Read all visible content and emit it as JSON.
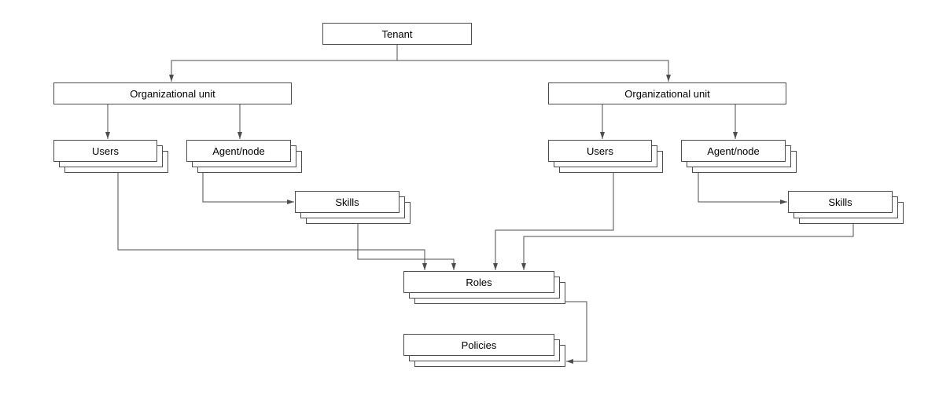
{
  "diagram": {
    "type": "hierarchy-flowchart",
    "colors": {
      "background": "#ffffff",
      "node_fill": "#ffffff",
      "node_border": "#4d4d4d",
      "connector": "#4d4d4d",
      "text": "#000000"
    },
    "nodes": {
      "tenant": {
        "label": "Tenant",
        "stacked": false
      },
      "org_unit_left": {
        "label": "Organizational unit",
        "stacked": false
      },
      "org_unit_right": {
        "label": "Organizational unit",
        "stacked": false
      },
      "users_left": {
        "label": "Users",
        "stacked": true
      },
      "agent_node_left": {
        "label": "Agent/node",
        "stacked": true
      },
      "skills_left": {
        "label": "Skills",
        "stacked": true
      },
      "users_right": {
        "label": "Users",
        "stacked": true
      },
      "agent_node_right": {
        "label": "Agent/node",
        "stacked": true
      },
      "skills_right": {
        "label": "Skills",
        "stacked": true
      },
      "roles": {
        "label": "Roles",
        "stacked": true
      },
      "policies": {
        "label": "Policies",
        "stacked": true
      }
    },
    "edges": [
      {
        "from": "tenant",
        "to": "org_unit_left"
      },
      {
        "from": "tenant",
        "to": "org_unit_right"
      },
      {
        "from": "org_unit_left",
        "to": "users_left"
      },
      {
        "from": "org_unit_left",
        "to": "agent_node_left"
      },
      {
        "from": "agent_node_left",
        "to": "skills_left"
      },
      {
        "from": "org_unit_right",
        "to": "users_right"
      },
      {
        "from": "org_unit_right",
        "to": "agent_node_right"
      },
      {
        "from": "agent_node_right",
        "to": "skills_right"
      },
      {
        "from": "users_left",
        "to": "roles"
      },
      {
        "from": "skills_left",
        "to": "roles"
      },
      {
        "from": "users_right",
        "to": "roles"
      },
      {
        "from": "skills_right",
        "to": "roles"
      },
      {
        "from": "roles",
        "to": "policies"
      }
    ]
  }
}
